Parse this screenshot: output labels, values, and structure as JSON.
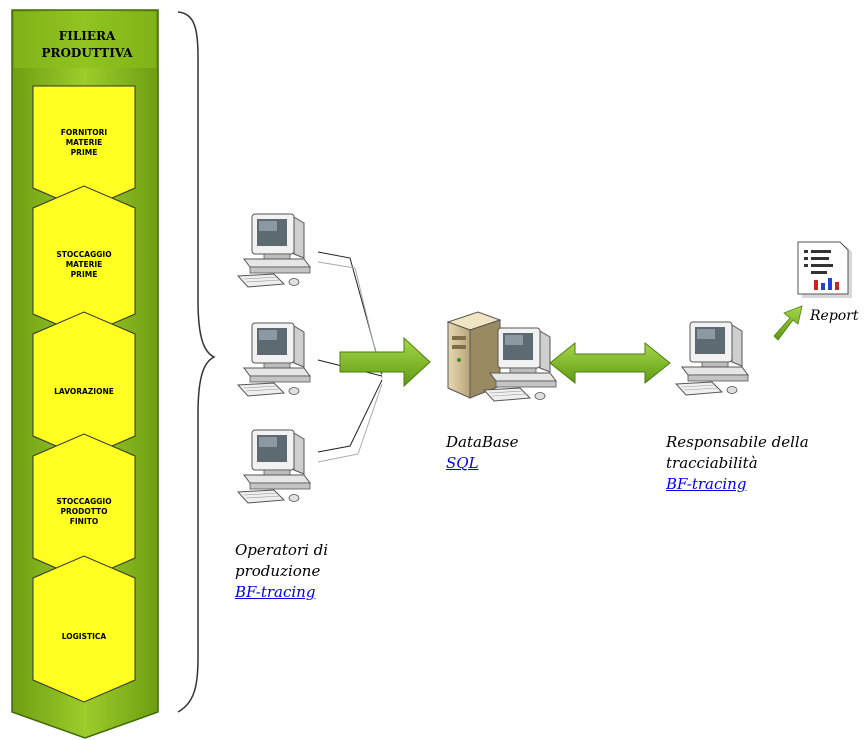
{
  "rail": {
    "title_line1": "FILIERA",
    "title_line2": "PRODUTTIVA",
    "stages": [
      {
        "line1": "FORNITORI",
        "line2": "MATERIE",
        "line3": "PRIME"
      },
      {
        "line1": "STOCCAGGIO",
        "line2": "MATERIE",
        "line3": "PRIME"
      },
      {
        "line1": "LAVORAZIONE",
        "line2": "",
        "line3": ""
      },
      {
        "line1": "STOCCAGGIO",
        "line2": "PRODOTTO",
        "line3": "FINITO"
      },
      {
        "line1": "LOGISTICA",
        "line2": "",
        "line3": ""
      }
    ]
  },
  "operators": {
    "line1": "Operatori di",
    "line2": "produzione",
    "link": "BF-tracing"
  },
  "database": {
    "line1": "DataBase",
    "link": "SQL"
  },
  "responsible": {
    "line1": "Responsabile della",
    "line2": "tracciabilità",
    "link": "BF-tracing"
  },
  "report": {
    "label": "Report"
  },
  "colors": {
    "rail_green": "#8ec21f",
    "stage_yellow": "#ffff22",
    "arrow_green": "#78b81e",
    "link_blue": "#0000ee"
  }
}
